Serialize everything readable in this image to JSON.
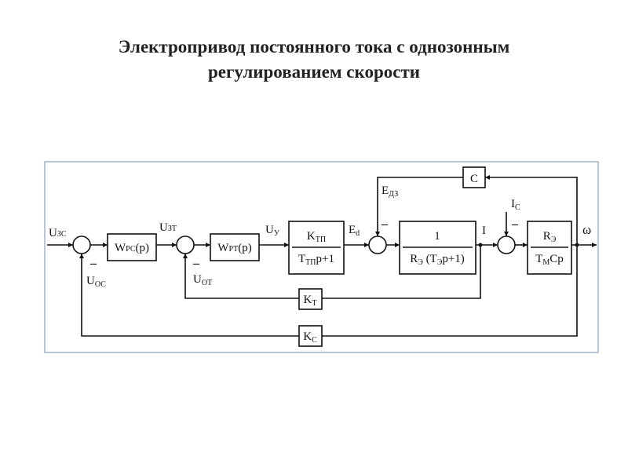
{
  "title": {
    "line1": "Электропривод постоянного тока с однозонным",
    "line2": "регулированием скорости"
  },
  "diagram": {
    "signals": {
      "u_zs": {
        "main": "U",
        "sub": "ЗС"
      },
      "u_zt": {
        "main": "U",
        "sub": "ЗТ"
      },
      "u_u": {
        "main": "U",
        "sub": "У"
      },
      "e_d": {
        "main": "E",
        "sub": "d"
      },
      "e_dz": {
        "main": "E",
        "sub": "ДЗ"
      },
      "i": "I",
      "i_c": {
        "main": "I",
        "sub": "С"
      },
      "omega": "ω",
      "u_os": {
        "main": "U",
        "sub": "ОС"
      },
      "u_ot": {
        "main": "U",
        "sub": "ОТ"
      }
    },
    "minus_sign": "–",
    "blocks": {
      "w_rs": {
        "main": "W",
        "sub": "РС",
        "tail": "(p)"
      },
      "w_rt": {
        "main": "W",
        "sub": "РТ",
        "tail": "(p)"
      },
      "k_tp": {
        "numerator": {
          "main": "K",
          "sub": "ТП"
        },
        "denominator": {
          "main": "T",
          "sub": "ТП",
          "tail": "p+1"
        }
      },
      "armature": {
        "numerator": "1",
        "denominator": {
          "pre": "R",
          "pre_sub": "Э",
          "mid": " (T",
          "mid_sub": "Э",
          "tail": "p+1)"
        }
      },
      "motor": {
        "numerator": {
          "main": "R",
          "sub": "Э"
        },
        "denominator": {
          "main": "T",
          "sub": "М",
          "tail": "Cp"
        }
      },
      "c": "C",
      "k_t": {
        "main": "K",
        "sub": "Т"
      },
      "k_s": {
        "main": "K",
        "sub": "С"
      }
    }
  }
}
